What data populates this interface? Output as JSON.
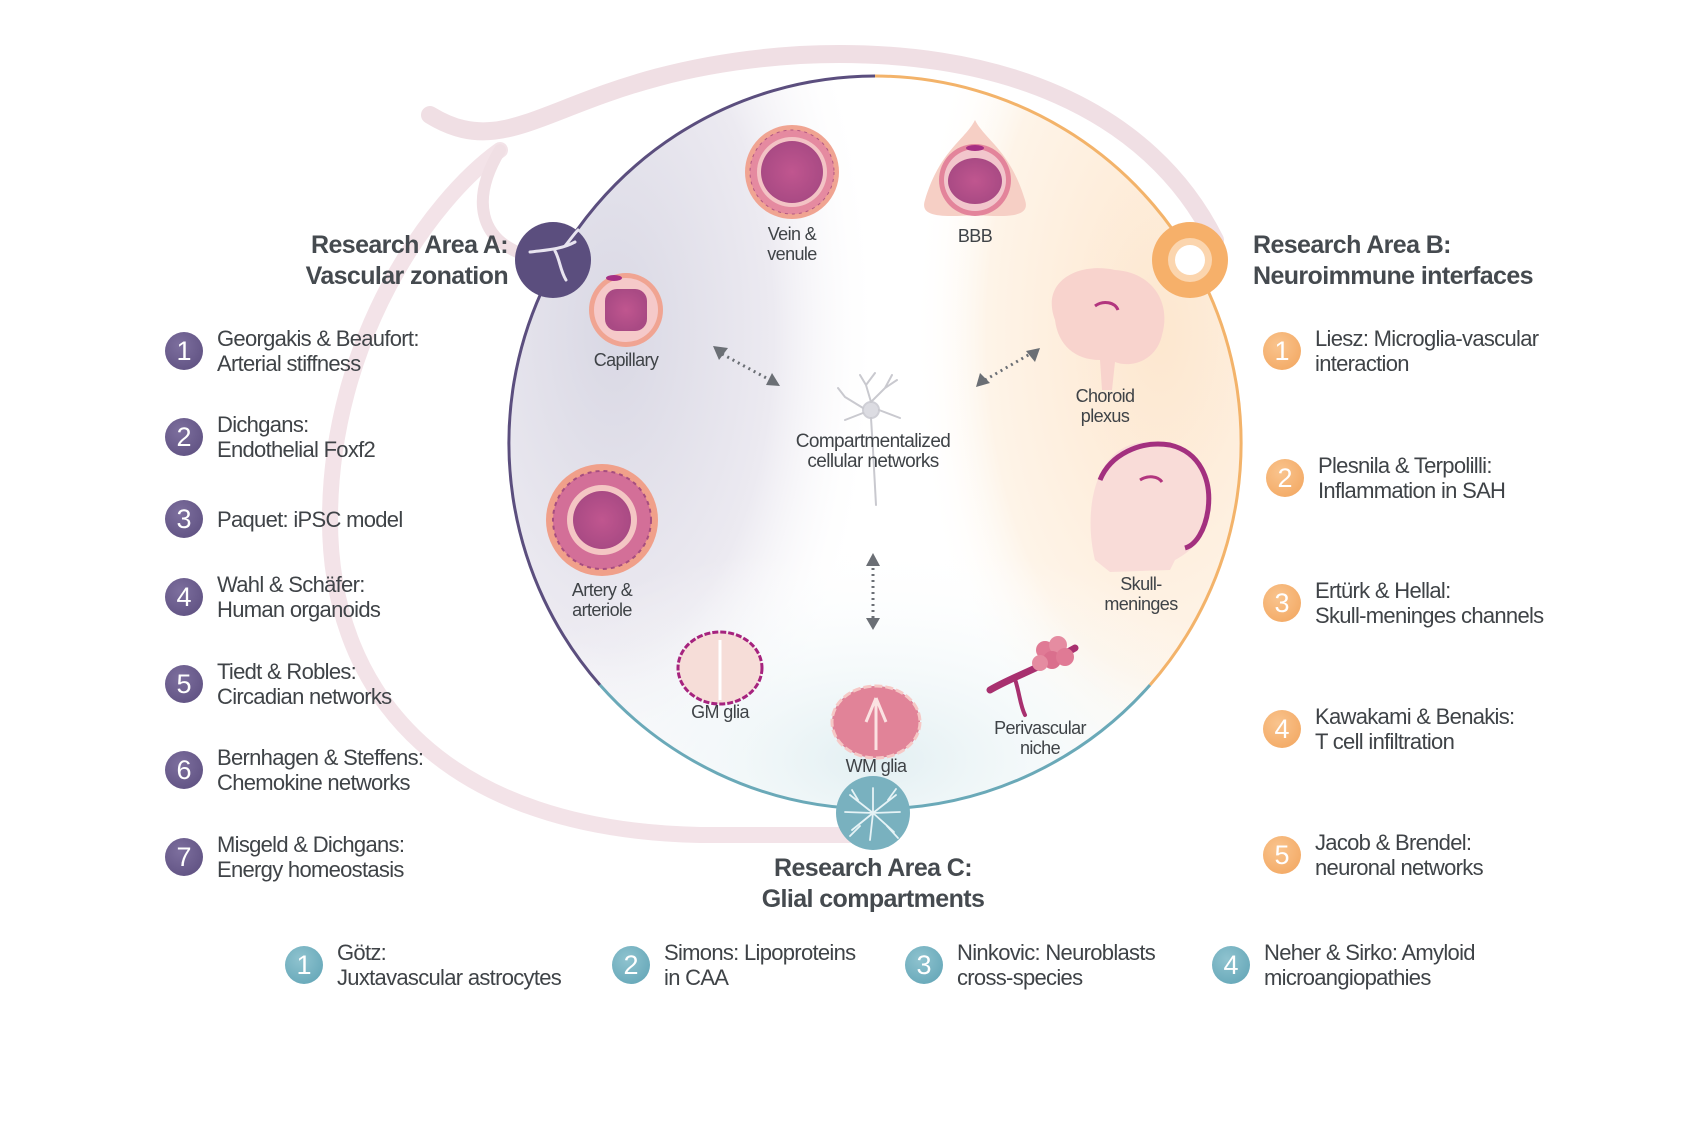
{
  "center": {
    "title_line1": "Compartmentalized",
    "title_line2": "cellular networks",
    "icon": "neuron-icon"
  },
  "illustrations": [
    {
      "id": "vein",
      "line1": "Vein &",
      "line2": "venule",
      "icon": "vein-cross-section-icon"
    },
    {
      "id": "bbb",
      "line1": "BBB",
      "line2": "",
      "icon": "blood-brain-barrier-icon"
    },
    {
      "id": "capillary",
      "line1": "Capillary",
      "line2": "",
      "icon": "capillary-cross-section-icon"
    },
    {
      "id": "artery",
      "line1": "Artery &",
      "line2": "arteriole",
      "icon": "artery-cross-section-icon"
    },
    {
      "id": "choroid",
      "line1": "Choroid",
      "line2": "plexus",
      "icon": "brain-sagittal-icon"
    },
    {
      "id": "skull",
      "line1": "Skull-",
      "line2": "meninges",
      "icon": "skull-brain-icon"
    },
    {
      "id": "gm",
      "line1": "GM glia",
      "line2": "",
      "icon": "coronal-brain-gray-matter-icon"
    },
    {
      "id": "wm",
      "line1": "WM glia",
      "line2": "",
      "icon": "coronal-brain-white-matter-icon"
    },
    {
      "id": "perivascular",
      "line1": "Perivascular",
      "line2": "niche",
      "icon": "perivascular-cells-icon"
    }
  ],
  "areas": {
    "a": {
      "title_line1": "Research Area A:",
      "title_line2": "Vascular zonation",
      "color": "#5b4e7e",
      "icon": "vessel-branch-icon",
      "items": [
        {
          "number": "1",
          "line1": "Georgakis & Beaufort:",
          "line2": "Arterial stiffness"
        },
        {
          "number": "2",
          "line1": "Dichgans:",
          "line2": "Endothelial Foxf2"
        },
        {
          "number": "3",
          "line1": "Paquet: iPSC model",
          "line2": ""
        },
        {
          "number": "4",
          "line1": "Wahl & Schäfer:",
          "line2": "Human organoids"
        },
        {
          "number": "5",
          "line1": "Tiedt & Robles:",
          "line2": "Circadian networks"
        },
        {
          "number": "6",
          "line1": "Bernhagen & Steffens:",
          "line2": "Chemokine networks"
        },
        {
          "number": "7",
          "line1": "Misgeld & Dichgans:",
          "line2": "Energy homeostasis"
        }
      ]
    },
    "b": {
      "title_line1": "Research Area B:",
      "title_line2": "Neuroimmune interfaces",
      "color": "#f3a65e",
      "icon": "immune-cell-icon",
      "items": [
        {
          "number": "1",
          "line1": "Liesz: Microglia-vascular",
          "line2": "interaction"
        },
        {
          "number": "2",
          "line1": "Plesnila & Terpolilli:",
          "line2": "Inflammation in SAH"
        },
        {
          "number": "3",
          "line1": "Ertürk & Hellal:",
          "line2": "Skull-meninges channels"
        },
        {
          "number": "4",
          "line1": "Kawakami & Benakis:",
          "line2": "T cell infiltration"
        },
        {
          "number": "5",
          "line1": "Jacob & Brendel:",
          "line2": "neuronal networks"
        }
      ]
    },
    "c": {
      "title_line1": "Research Area C:",
      "title_line2": "Glial compartments",
      "color": "#6aa9b8",
      "icon": "astrocyte-icon",
      "items": [
        {
          "number": "1",
          "line1": "Götz:",
          "line2": "Juxtavascular astrocytes"
        },
        {
          "number": "2",
          "line1": "Simons: Lipoproteins",
          "line2": "in CAA"
        },
        {
          "number": "3",
          "line1": "Ninkovic: Neuroblasts",
          "line2": "cross-species"
        },
        {
          "number": "4",
          "line1": "Neher & Sirko: Amyloid",
          "line2": "microangiopathies"
        }
      ]
    }
  }
}
